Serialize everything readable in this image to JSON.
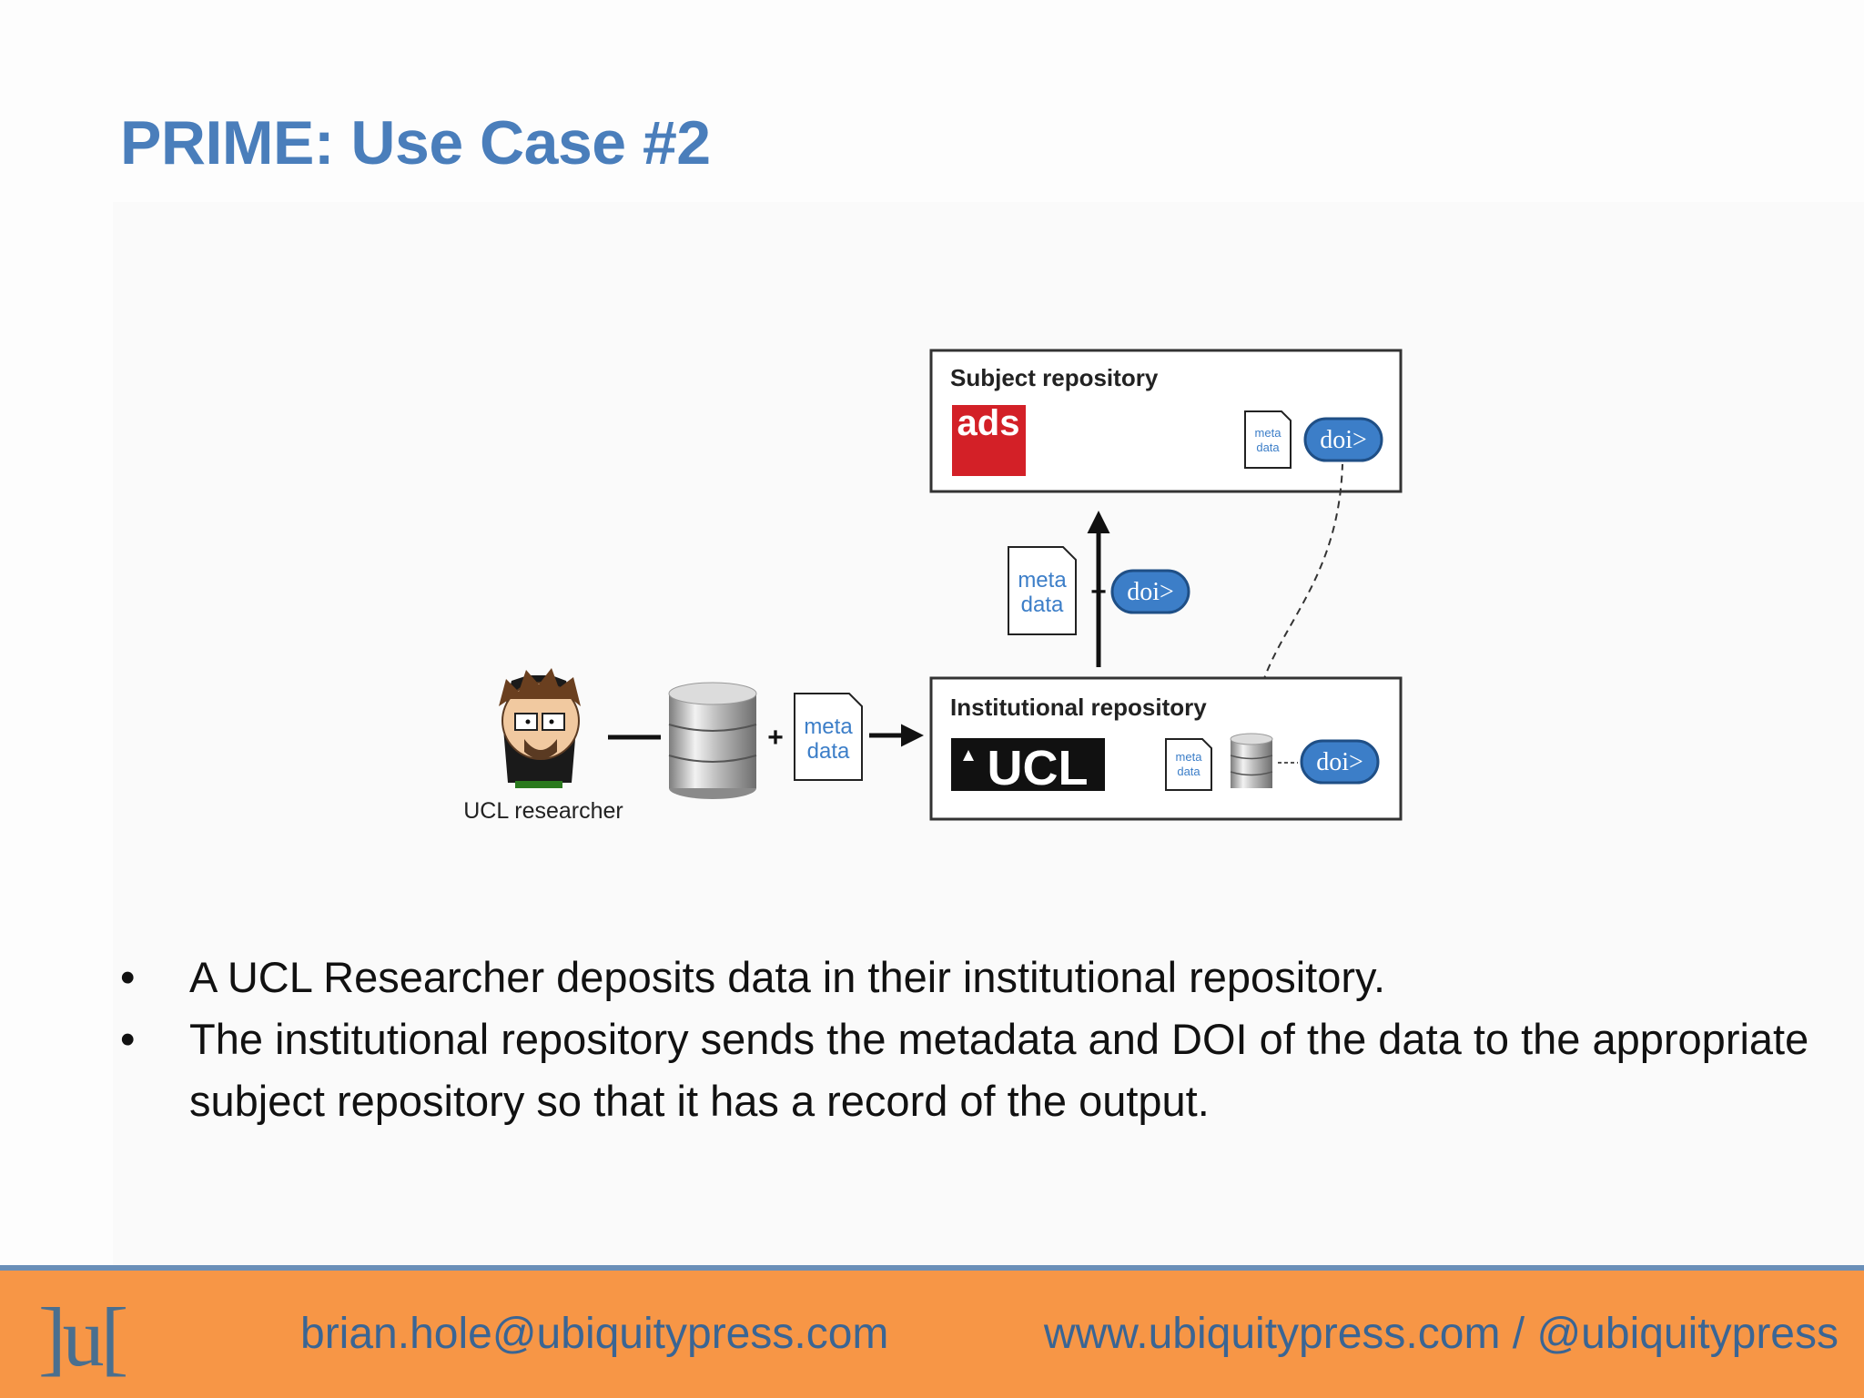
{
  "slide": {
    "title": "PRIME: Use Case #2"
  },
  "diagram": {
    "subject_repo_label": "Subject repository",
    "subject_repo_logo": "ads",
    "institutional_repo_label": "Institutional repository",
    "institutional_repo_logo": "UCL",
    "researcher_label": "UCL researcher",
    "metadata_doc_line1": "meta",
    "metadata_doc_line2": "data",
    "doi_badge": "doi>",
    "plus_sign": "+",
    "colors": {
      "ads_red": "#d32027",
      "doi_blue": "#3c7ec8",
      "metadata_blue": "#3c7ec8",
      "ucl_black": "#111111"
    }
  },
  "bullets": [
    "A UCL Researcher deposits data in their institutional repository.",
    "The institutional repository sends the metadata and DOI of the data to the appropriate subject repository so that it has a record of the output."
  ],
  "bullet_symbol": "•",
  "footer": {
    "logo": "]u[",
    "email": "brian.hole@ubiquitypress.com",
    "web": "www.ubiquitypress.com / @ubiquitypress",
    "color": "#f79646"
  }
}
